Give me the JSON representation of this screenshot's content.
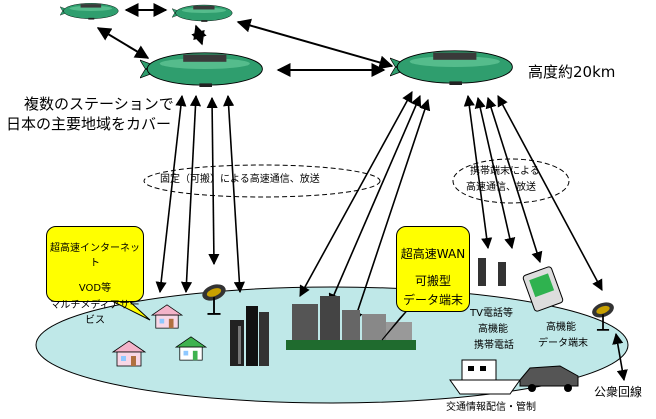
{
  "labels": {
    "altitude": "高度約20km",
    "coverage_line1": "複数のステーションで",
    "coverage_line2": "日本の主要地域をカバー",
    "fixed_comm": "固定（可搬）による高速通信、放送",
    "mobile_comm_line1": "携帯端末による",
    "mobile_comm_line2": "高速通信、放送",
    "internet_line1": "超高速インターネット",
    "internet_line2": "VOD等",
    "internet_line3": "マルチメディアサービス",
    "wan_line1": "超高速WAN",
    "wan_line2": "可搬型",
    "wan_line3": "データ端末",
    "tv_phone_line1": "TV電話等",
    "tv_phone_line2": "高機能",
    "tv_phone_line3": "携帯電話",
    "data_terminal_line1": "高機能",
    "data_terminal_line2": "データ端末",
    "traffic": "交通情報配信・管制",
    "public_line": "公衆回線"
  },
  "colors": {
    "airship_body": "#2f9e6e",
    "airship_panel": "#3a3a3a",
    "ground_ellipse": "#bfe8e8",
    "callout_fill": "#ffff00",
    "arrow": "#000000"
  }
}
